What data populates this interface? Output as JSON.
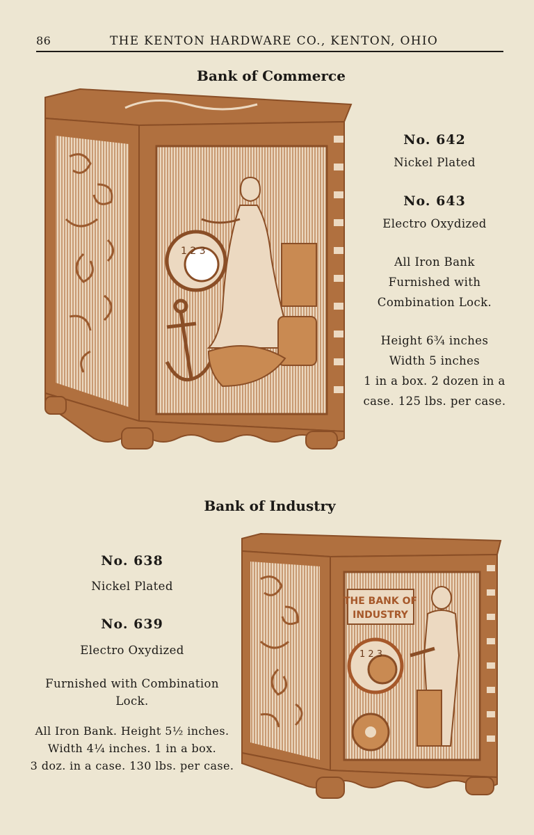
{
  "header": {
    "page_number": "86",
    "title": "THE KENTON HARDWARE CO., KENTON, OHIO"
  },
  "commerce": {
    "title": "Bank of Commerce",
    "no1": "No. 642",
    "finish1": "Nickel Plated",
    "no2": "No. 643",
    "finish2": "Electro Oxydized",
    "desc": [
      "All Iron Bank",
      "Furnished with",
      "Combination Lock."
    ],
    "specs": [
      "Height 6¾ inches",
      "Width 5 inches",
      "1 in a box.  2 dozen in a",
      "case.  125 lbs. per case."
    ],
    "dial_text": "1 2 3"
  },
  "industry": {
    "title": "Bank of Industry",
    "no1": "No. 638",
    "finish1": "Nickel Plated",
    "no2": "No. 639",
    "finish2": "Electro Oxydized",
    "desc": [
      "Furnished with Combination",
      "Lock."
    ],
    "specs": [
      "All Iron Bank.  Height 5½ inches.",
      "Width 4¼ inches.  1 in a box.",
      "3 doz. in a case. 130 lbs. per case."
    ],
    "plaque": [
      "THE BANK OF",
      "INDUSTRY"
    ],
    "dial_text": "1 2 3"
  },
  "colors": {
    "paper": "#ede6d2",
    "ink": "#1c1a17",
    "sepia": "#b0703f",
    "sepia_dark": "#8a4e26"
  }
}
